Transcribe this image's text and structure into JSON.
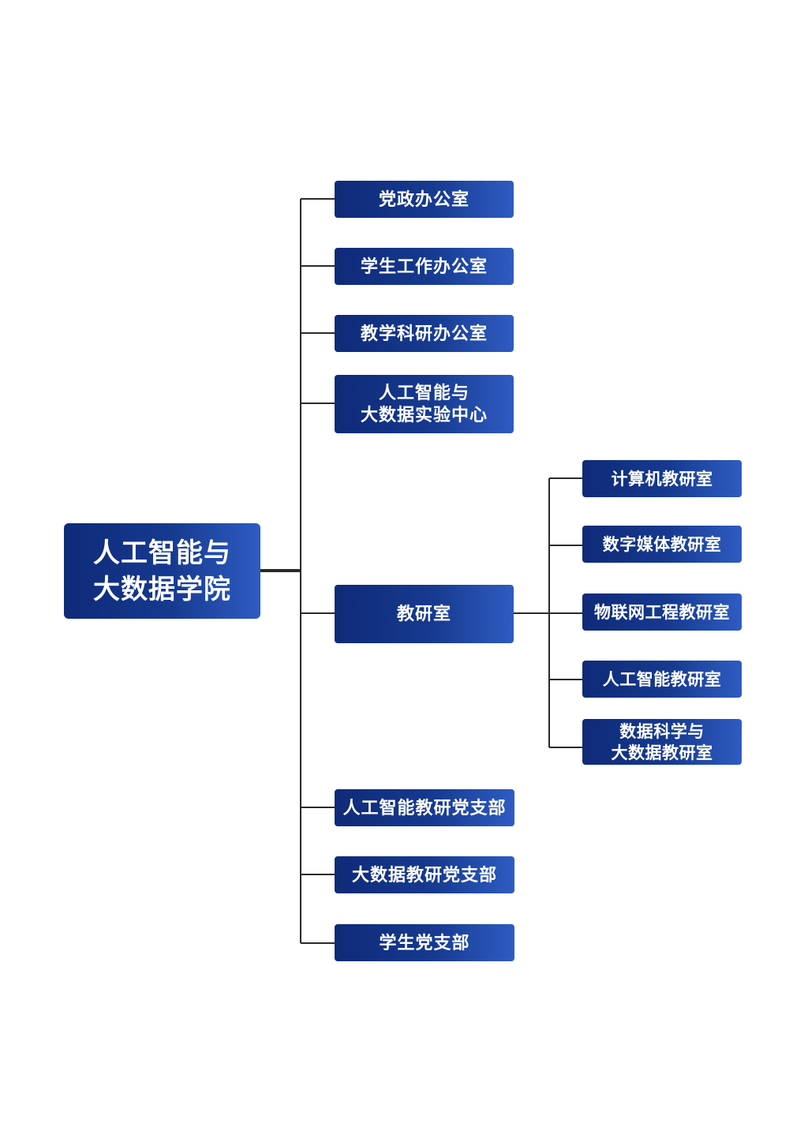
{
  "root": {
    "label": "人工智能与\n大数据学院"
  },
  "level1": [
    {
      "label": "党政办公室"
    },
    {
      "label": "学生工作办公室"
    },
    {
      "label": "教学科研办公室"
    },
    {
      "label": "人工智能与\n大数据实验中心"
    },
    {
      "label": "教研室"
    },
    {
      "label": "人工智能教研党支部"
    },
    {
      "label": "大数据教研党支部"
    },
    {
      "label": "学生党支部"
    }
  ],
  "level2": [
    {
      "label": "计算机教研室"
    },
    {
      "label": "数字媒体教研室"
    },
    {
      "label": "物联网工程教研室"
    },
    {
      "label": "人工智能教研室"
    },
    {
      "label": "数据科学与\n大数据教研室"
    }
  ],
  "colors": {
    "node_dark": "#0f2a78",
    "node_light": "#2f5cc2",
    "connector": "#2a2a2a",
    "text": "#ffffff"
  }
}
